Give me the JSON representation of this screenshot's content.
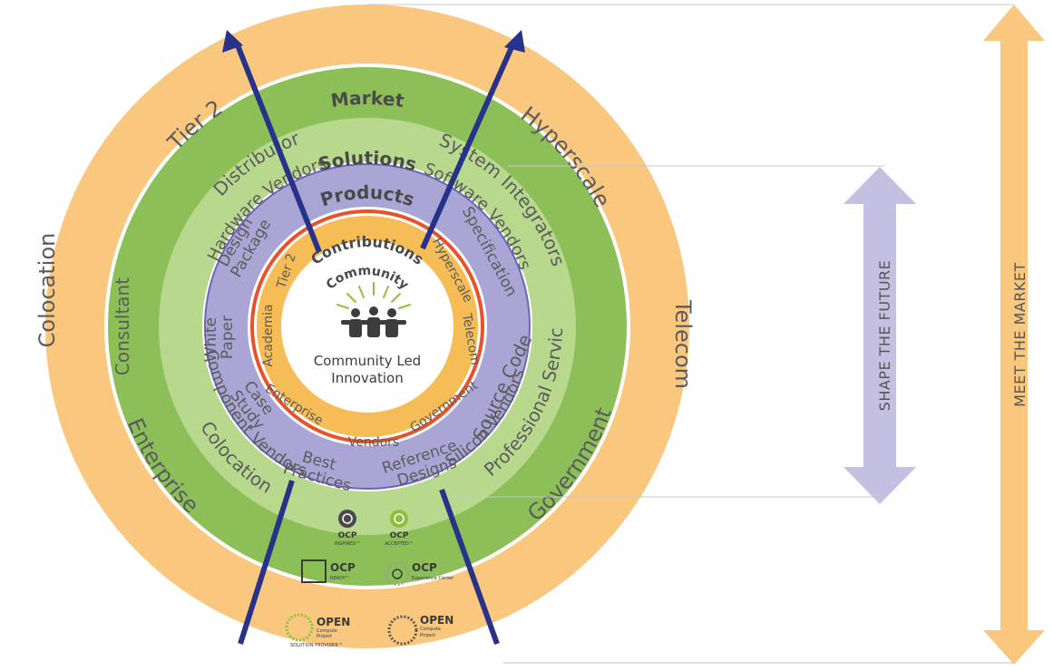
{
  "center": {
    "line1": "Community Led",
    "line2": "Innovation"
  },
  "rings": {
    "market": {
      "title": "Market",
      "items": [
        "Tier 2",
        "Hyperscale",
        "Colocation",
        "Telecom",
        "Enterprise",
        "Government"
      ]
    },
    "solutions": {
      "title": "Solutions",
      "items": [
        "Distributor",
        "System Integrators",
        "Consultant",
        "Professional Services",
        "Colocation"
      ]
    },
    "products": {
      "title": "Products",
      "items": [
        "Hardware Vendors",
        "Software Vendors",
        "Component Vendors",
        "Silicon Vendors"
      ]
    },
    "contributions": {
      "title": "Contributions",
      "items": [
        "Design",
        "Package",
        "Specification",
        "White",
        "Paper",
        "Source Code",
        "Case",
        "Study",
        "Best",
        "Practices",
        "Reference",
        "Designs"
      ]
    },
    "community": {
      "title": "Community",
      "items": [
        "Tier 2",
        "Hyperscale",
        "Academia",
        "Telecom",
        "Enterprise",
        "Government",
        "Vendors"
      ]
    }
  },
  "badges": [
    {
      "name": "OCP",
      "sub": "INSPIRED™"
    },
    {
      "name": "OCP",
      "sub": "ACCEPTED™"
    },
    {
      "name": "OCP",
      "sub": "READY™"
    },
    {
      "name": "OCP",
      "sub": "Experience Center"
    },
    {
      "name": "OPEN",
      "sub1": "Compute",
      "sub2": "Project",
      "sub3": "SOLUTION PROVIDER™"
    },
    {
      "name": "OPEN",
      "sub1": "Compute",
      "sub2": "Project"
    }
  ],
  "arrows": {
    "shape": "SHAPE THE FUTURE",
    "meet": "MEET THE MARKET"
  },
  "colors": {
    "market": "#f9c77d",
    "solutions": "#8dbf58",
    "products": "#b8d98d",
    "contributions": "#a9a6d6",
    "community_ring": "#f6bc55",
    "community_border": "#e8522b",
    "arrow_blue": "#27338a",
    "shape_arrow": "#c3c0e2",
    "meet_arrow": "#f9c77d",
    "icon_green": "#8dbf3f"
  }
}
